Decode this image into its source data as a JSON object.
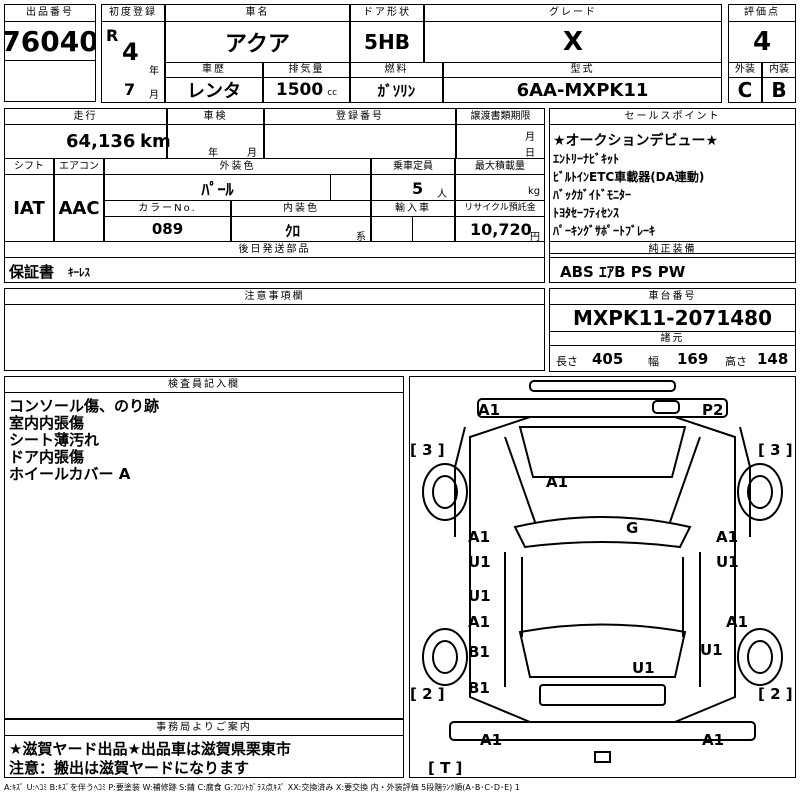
{
  "header": {
    "lot_no_label": "出品番号",
    "lot_no": "76040",
    "first_reg_label": "初度登録",
    "era": "R",
    "year": "4",
    "year_unit": "年",
    "month": "7",
    "month_unit": "月",
    "name_label": "車名",
    "name": "アクア",
    "door_label": "ドア形状",
    "door": "5HB",
    "grade_label": "グレード",
    "grade": "X",
    "score_label": "評価点",
    "score": "4",
    "history_label": "車歴",
    "history": "レンタ",
    "displacement_label": "排気量",
    "displacement": "1500",
    "displacement_unit": "cc",
    "fuel_label": "燃料",
    "fuel": "ｶﾞｿﾘﾝ",
    "model_label": "型式",
    "model": "6AA-MXPK11",
    "ext_label": "外装",
    "ext": "C",
    "int_label": "内装",
    "int": "B"
  },
  "row2": {
    "mileage_label": "走行",
    "mileage": "64,136",
    "mileage_unit": "km",
    "inspection_label": "車検",
    "year_unit": "年",
    "month_unit": "月",
    "reg_label": "登録番号",
    "transfer_label": "譲渡書類期限",
    "month_unit2": "月",
    "day_unit": "日",
    "sales_label": "セールスポイント",
    "sales_points": [
      "★オークションデビュー★",
      "ｴﾝﾄﾘｰﾅﾋﾞｷｯﾄ",
      "ﾋﾞﾙﾄｲﾝETC車載器(DA連動)",
      "ﾊﾞｯｸｶﾞｲﾄﾞﾓﾆﾀｰ",
      "ﾄﾖﾀｾｰﾌﾃｨｾﾝｽ",
      "ﾊﾟｰｷﾝｸﾞｻﾎﾟｰﾄﾌﾞﾚｰｷ"
    ]
  },
  "row3": {
    "shift_label": "シフト",
    "shift": "IAT",
    "ac_label": "エアコン",
    "ac": "AAC",
    "ext_color_label": "外装色",
    "ext_color": "ﾊﾟｰﾙ",
    "capacity_label": "乗車定員",
    "capacity": "5",
    "capacity_unit": "人",
    "load_label": "最大積載量",
    "load_unit": "kg",
    "color_no_label": "カラーNo.",
    "color_no": "089",
    "int_color_label": "内装色",
    "int_color": "ｸﾛ",
    "int_color_unit": "系",
    "import_label": "輸入車",
    "recycle_label": "リサイクル預託金",
    "recycle": "10,720",
    "recycle_unit": "円"
  },
  "later": {
    "label": "後日発送部品",
    "items": "保証書",
    "items_small": "ｷｰﾚｽ"
  },
  "equip": {
    "label": "純正装備",
    "items": "ABS ｴｱB PS PW"
  },
  "notes": {
    "label": "注意事項欄"
  },
  "chassis": {
    "label": "車台番号",
    "number": "MXPK11-2071480",
    "spec_label": "諸元",
    "length_label": "長さ",
    "length": "405",
    "width_label": "幅",
    "width": "169",
    "height_label": "高さ",
    "height": "148"
  },
  "inspector": {
    "label": "検査員記入欄",
    "lines": [
      "コンソール傷、のり跡",
      "室内内張傷",
      "シート薄汚れ",
      "ドア内張傷",
      "ホイールカバー A"
    ]
  },
  "office": {
    "label": "事務局よりご案内",
    "line1": "★滋賀ヤード出品★出品車は滋賀県栗東市",
    "line2": "注意：搬出は滋賀ヤードになります"
  },
  "diagram": {
    "marks": [
      "A1",
      "P2",
      "[ 3 ]",
      "[ 3 ]",
      "A1",
      "G",
      "A1",
      "U1",
      "A1",
      "U1",
      "U1",
      "A1",
      "B1",
      "A1",
      "U1",
      "B1",
      "U1",
      "[ 2 ]",
      "[ 2 ]",
      "A1",
      "A1",
      "[ T ]"
    ]
  },
  "legend": "A:ｷｽﾞ U:ﾍｺﾐ B:ｷｽﾞを伴うﾍｺﾐ P:要塗装 W:補修跡 S:錆 C:腐食 G:ﾌﾛﾝﾄｶﾞﾗｽ点ｷｽﾞ XX:交換済み X:要交換 内・外装評価 5段階ﾗﾝｸ順(A･B･C･D･E) 1"
}
